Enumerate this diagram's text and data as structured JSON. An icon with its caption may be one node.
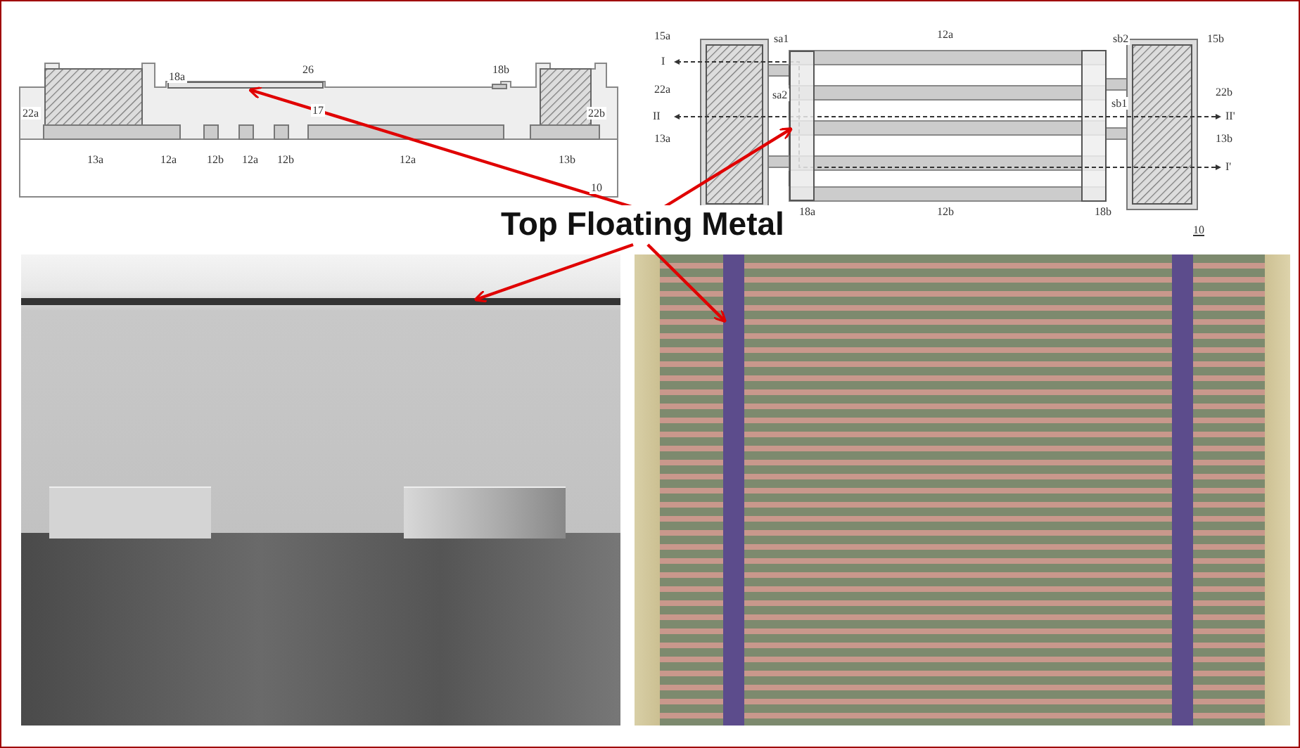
{
  "diagram": {
    "nodes": [
      {
        "text": [
          "Top Floating Metal"
        ]
      },
      {
        "text": [],
        "shape": "bar"
      },
      {
        "text": [],
        "shape": "bar"
      },
      {
        "text": [],
        "shape": "bar"
      },
      {
        "text": [],
        "shape": "bar"
      }
    ],
    "edges": [
      {
        "from": 0,
        "to": 1,
        "arrow": "to"
      },
      {
        "from": 0,
        "to": 2,
        "arrow": "to"
      },
      {
        "from": 0,
        "to": 3,
        "arrow": "to"
      },
      {
        "from": 0,
        "to": 4,
        "arrow": "to"
      }
    ],
    "labels": [
      "18a",
      "26",
      "18b",
      "22a",
      "17",
      "22b",
      "13a",
      "12a",
      "12b",
      "12a",
      "12b",
      "12a",
      "13b",
      "10",
      "15a",
      "sa1",
      "12a",
      "sb2",
      "15b",
      "I",
      "22a",
      "sa2",
      "sb1",
      "22b",
      "II",
      "II'",
      "13a",
      "13b",
      "I'",
      "18a",
      "12b",
      "18b",
      "10"
    ]
  }
}
